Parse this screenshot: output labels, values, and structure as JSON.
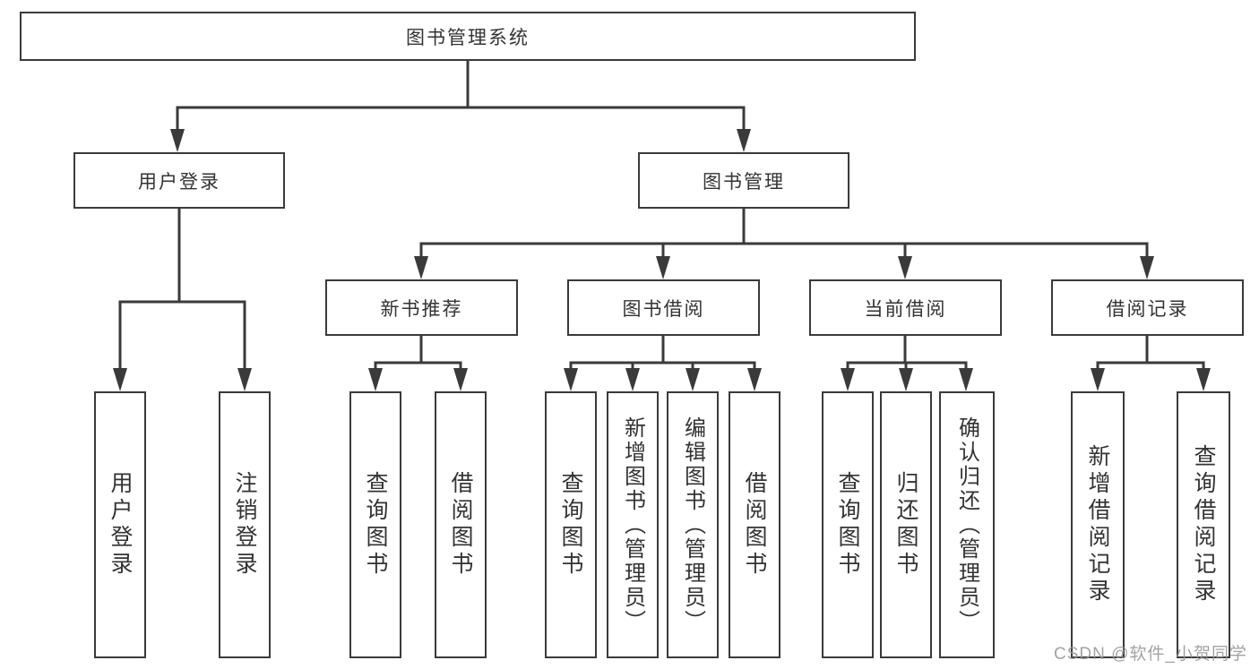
{
  "diagram": {
    "title": "图书管理系统",
    "branches": [
      {
        "label": "用户登录",
        "children": [
          "用户登录",
          "注销登录"
        ]
      },
      {
        "label": "图书管理",
        "sections": [
          {
            "label": "新书推荐",
            "children": [
              "查询图书",
              "借阅图书"
            ]
          },
          {
            "label": "图书借阅",
            "children": [
              "查询图书",
              "新增图书（管理员）",
              "编辑图书（管理员）",
              "借阅图书"
            ]
          },
          {
            "label": "当前借阅",
            "children": [
              "查询图书",
              "归还图书",
              "确认归还（管理员）"
            ]
          },
          {
            "label": "借阅记录",
            "children": [
              "新增借阅记录",
              "查询借阅记录"
            ]
          }
        ]
      }
    ]
  },
  "watermark": "CSDN @软件_小贺同学",
  "colors": {
    "line": "#3a3a3a",
    "box_border": "#3a3a3a",
    "box_fill": "#ffffff",
    "text": "#333333",
    "watermark": "#969696"
  }
}
